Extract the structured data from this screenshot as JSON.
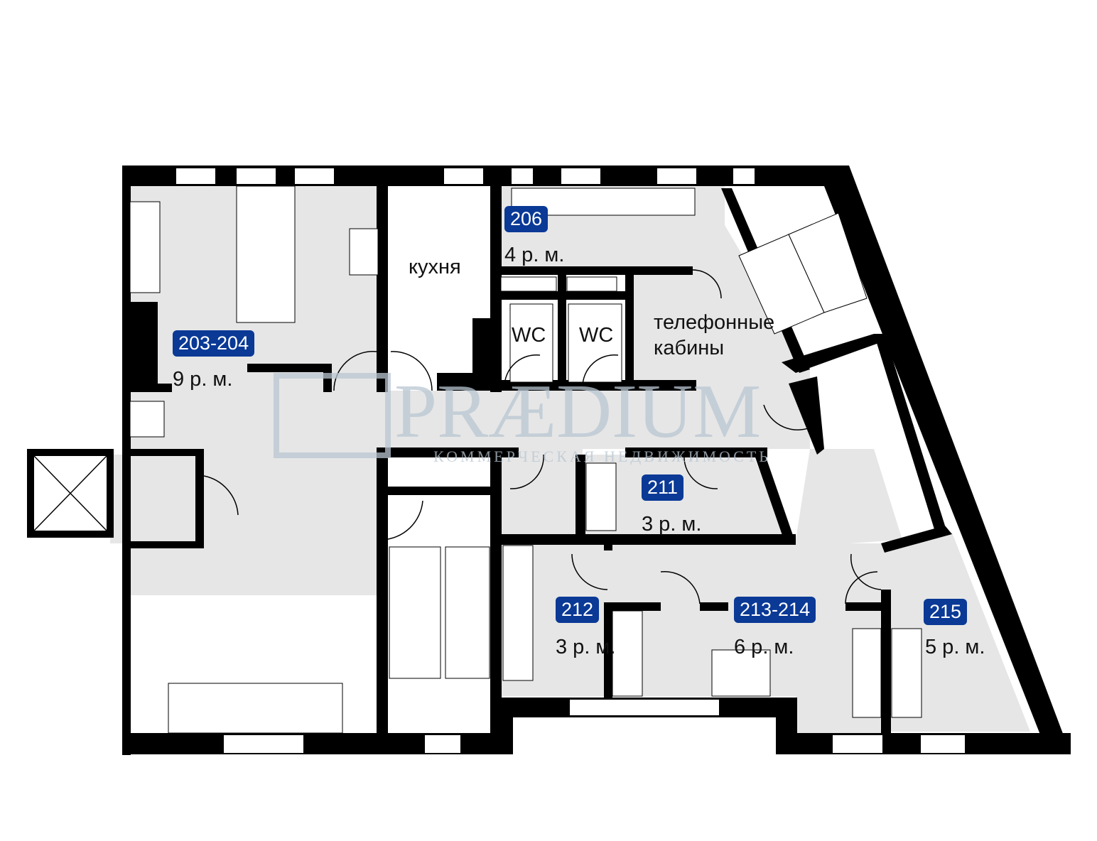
{
  "watermark": {
    "brand": "PRÆDIUM",
    "tagline": "КОММЕРЧЕСКАЯ НЕДВИЖИМОСТЬ"
  },
  "colors": {
    "badge": "#0a3996",
    "wall": "#000000",
    "floor": "#e6e6e6"
  },
  "rooms": [
    {
      "number": "203-204",
      "seats": "9 р. м."
    },
    {
      "number": "206",
      "seats": "4 р. м."
    },
    {
      "number": "211",
      "seats": "3 р. м."
    },
    {
      "number": "212",
      "seats": "3 р. м."
    },
    {
      "number": "213-214",
      "seats": "6 р. м."
    },
    {
      "number": "215",
      "seats": "5 р. м."
    }
  ],
  "labels": {
    "kitchen": "кухня",
    "wc1": "WC",
    "wc2": "WC",
    "phone_booths_1": "телефонные",
    "phone_booths_2": "кабины"
  }
}
